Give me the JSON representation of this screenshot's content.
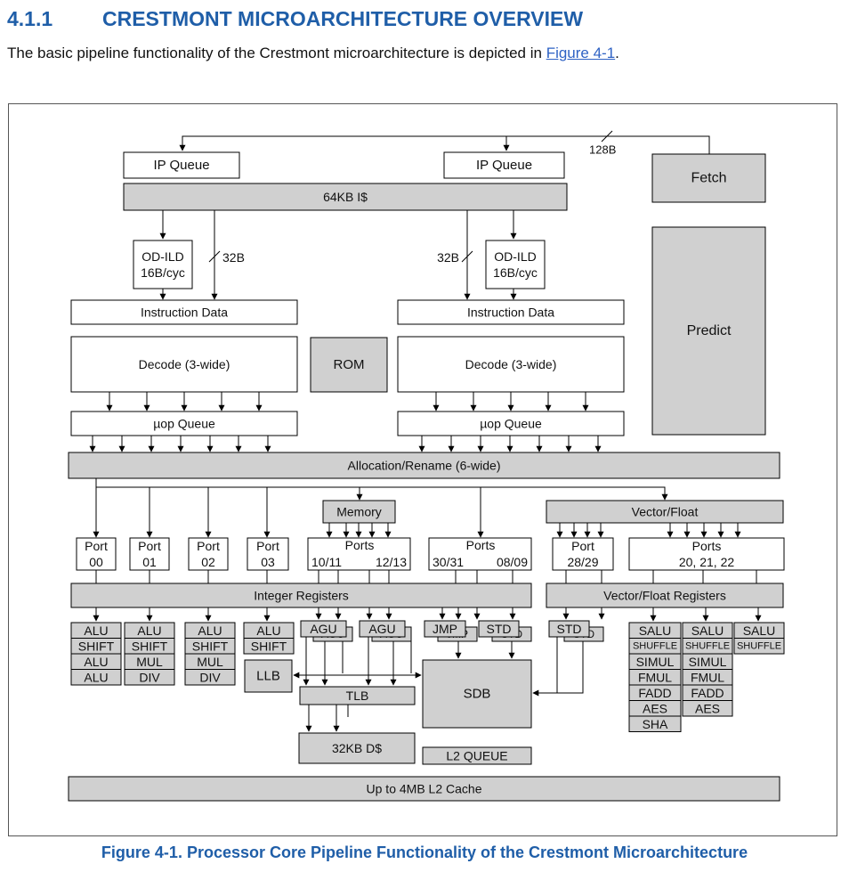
{
  "section": {
    "number": "4.1.1",
    "title": "CRESTMONT MICROARCHITECTURE OVERVIEW"
  },
  "intro": {
    "before": "The basic pipeline functionality of the Crestmont microarchitecture is depicted in ",
    "link": "Figure 4-1",
    "after": "."
  },
  "caption": "Figure 4-1.  Processor Core Pipeline Functionality of the Crestmont Microarchitecture",
  "colors": {
    "heading": "#1f5ea8",
    "link": "#2e62c4",
    "box_gray": "#d0d0d0"
  },
  "diagram": {
    "ip_queue_left": "IP Queue",
    "ip_queue_right": "IP Queue",
    "fetch": "Fetch",
    "bus_128": "128B",
    "icache": "64KB I$",
    "predict": "Predict",
    "odild_left": [
      "OD-ILD",
      "16B/cyc"
    ],
    "odild_right": [
      "OD-ILD",
      "16B/cyc"
    ],
    "bus_32_left": "32B",
    "bus_32_right": "32B",
    "instr_left": "Instruction Data",
    "instr_right": "Instruction Data",
    "decode_left": "Decode (3-wide)",
    "decode_right": "Decode (3-wide)",
    "rom": "ROM",
    "uopq_left": "µop Queue",
    "uopq_right": "µop Queue",
    "alloc": "Allocation/Rename (6-wide)",
    "memory": "Memory",
    "vecfloat": "Vector/Float",
    "ports": {
      "p00": [
        "Port",
        "00"
      ],
      "p01": [
        "Port",
        "01"
      ],
      "p02": [
        "Port",
        "02"
      ],
      "p03": [
        "Port",
        "03"
      ],
      "mem": {
        "title": "Ports",
        "a": "10/11",
        "b": "12/13"
      },
      "st": {
        "title": "Ports",
        "a": "30/31",
        "b": "08/09"
      },
      "p28": [
        "Port",
        "28/29"
      ],
      "vec": [
        "Ports",
        "20, 21, 22"
      ]
    },
    "int_regs": "Integer Registers",
    "vf_regs": "Vector/Float Registers",
    "unit_stacks": {
      "c1": [
        "ALU",
        "SHIFT",
        "ALU",
        "ALU"
      ],
      "c2": [
        "ALU",
        "SHIFT",
        "MUL",
        "DIV"
      ],
      "c3": [
        "ALU",
        "SHIFT",
        "MUL",
        "DIV"
      ],
      "c4": [
        "ALU",
        "SHIFT"
      ],
      "v1": [
        "SALU",
        "SHUFFLE",
        "SIMUL",
        "FMUL",
        "FADD",
        "AES",
        "SHA"
      ],
      "v2": [
        "SALU",
        "SHUFFLE",
        "SIMUL",
        "FMUL",
        "FADD",
        "AES"
      ],
      "v3": [
        "SALU",
        "SHUFFLE"
      ]
    },
    "agu": "AGU",
    "jmp": "JMP",
    "std": "STD",
    "llb": "LLB",
    "tlb": "TLB",
    "dcache": "32KB D$",
    "sdb": "SDB",
    "l2queue": "L2 QUEUE",
    "l2cache": "Up to 4MB L2 Cache"
  }
}
